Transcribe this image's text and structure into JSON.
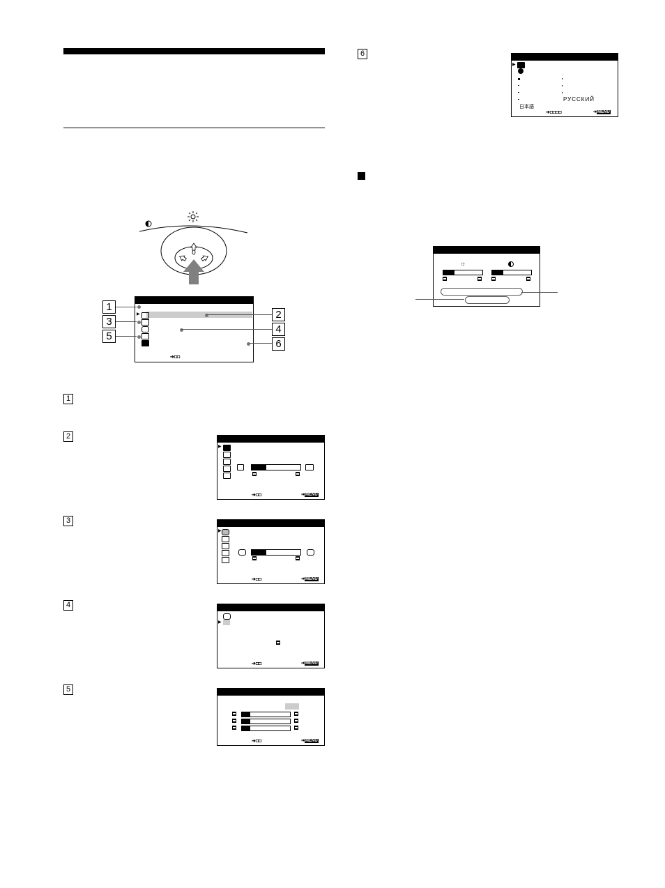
{
  "callouts": [
    "1",
    "2",
    "3",
    "4",
    "5",
    "6"
  ],
  "sections": [
    "1",
    "2",
    "3",
    "4",
    "5",
    "6"
  ],
  "language_menu": {
    "items": [
      "РУССКИЙ",
      "日本語"
    ],
    "nav": "➔◘◘◘◘",
    "menu_key": "MENU"
  },
  "main_menu": {
    "nav": "➔◘◘"
  },
  "sub_menus": {
    "nav": "➔◘◘",
    "menu_key": "MENU"
  },
  "colors": {
    "ink": "#000000",
    "highlight": "#cccccc",
    "arrow": "#808080"
  }
}
